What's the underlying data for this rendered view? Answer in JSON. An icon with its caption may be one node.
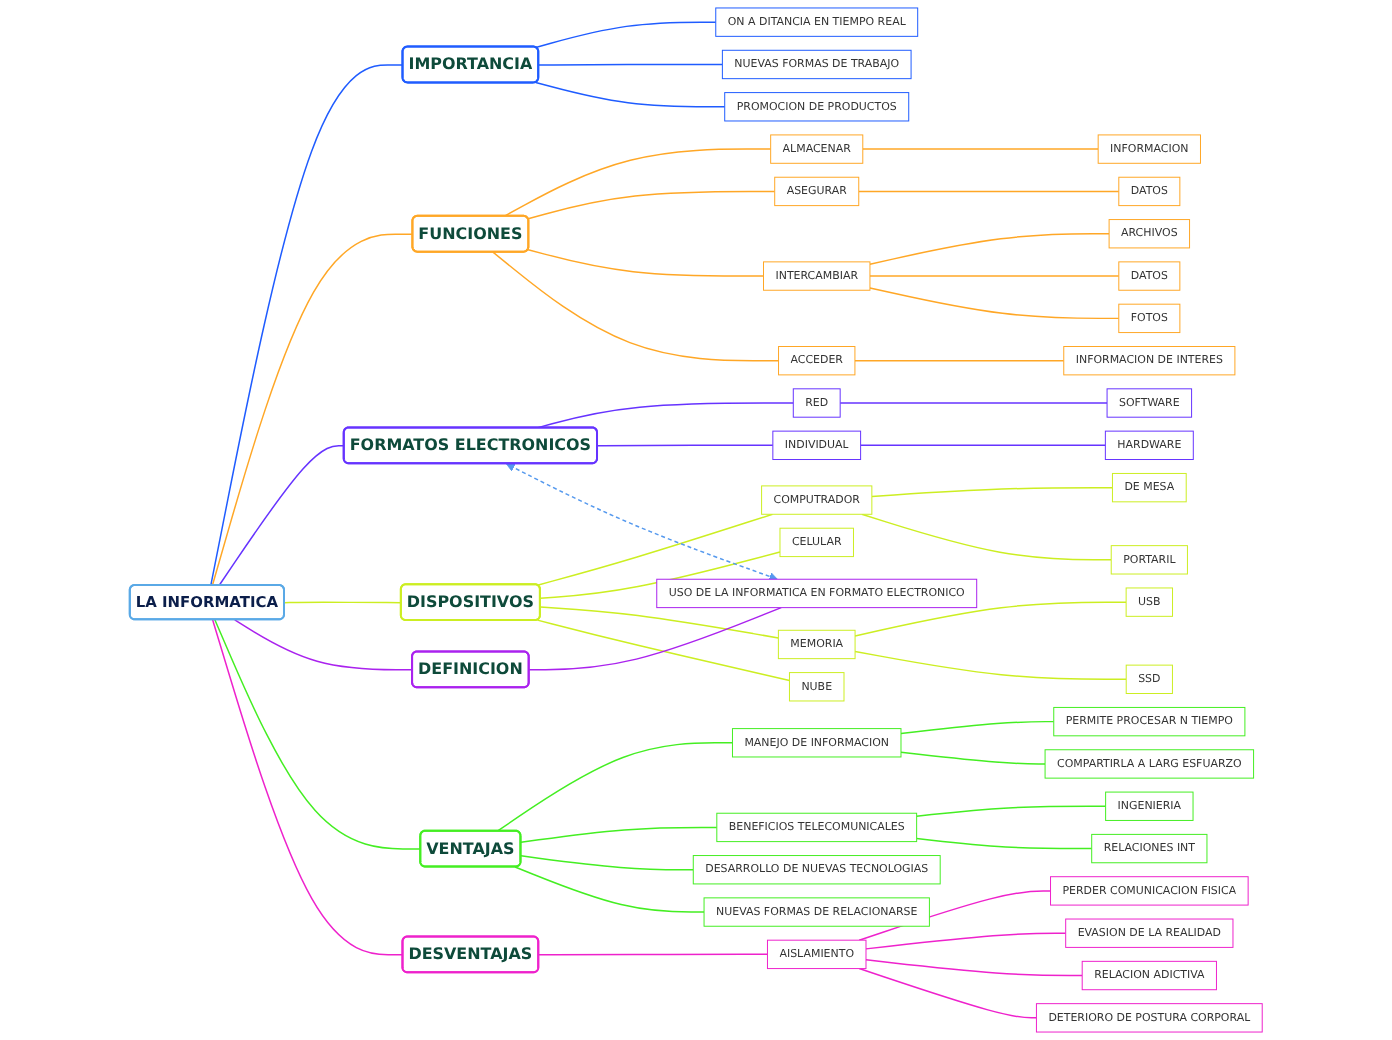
{
  "diagram": {
    "nodes": [
      {
        "text": [
          "LA INFORMATICA"
        ]
      },
      {
        "text": [
          "IMPORTANCIA"
        ]
      },
      {
        "text": [
          "ON A DITANCIA EN TIEMPO REAL"
        ]
      },
      {
        "text": [
          "NUEVAS FORMAS DE TRABAJO"
        ]
      },
      {
        "text": [
          "PROMOCION DE PRODUCTOS"
        ]
      },
      {
        "text": [
          "FUNCIONES"
        ]
      },
      {
        "text": [
          "ALMACENAR"
        ]
      },
      {
        "text": [
          "INFORMACION"
        ]
      },
      {
        "text": [
          "ASEGURAR"
        ]
      },
      {
        "text": [
          "DATOS"
        ]
      },
      {
        "text": [
          "INTERCAMBIAR"
        ]
      },
      {
        "text": [
          "ARCHIVOS"
        ]
      },
      {
        "text": [
          "DATOS"
        ]
      },
      {
        "text": [
          "FOTOS"
        ]
      },
      {
        "text": [
          "ACCEDER"
        ]
      },
      {
        "text": [
          "INFORMACION DE INTERES"
        ]
      },
      {
        "text": [
          "FORMATOS ELECTRONICOS"
        ]
      },
      {
        "text": [
          "RED"
        ]
      },
      {
        "text": [
          "SOFTWARE"
        ]
      },
      {
        "text": [
          "INDIVIDUAL"
        ]
      },
      {
        "text": [
          "HARDWARE"
        ]
      },
      {
        "text": [
          "DISPOSITIVOS"
        ]
      },
      {
        "text": [
          "COMPUTRADOR"
        ]
      },
      {
        "text": [
          "DE MESA"
        ]
      },
      {
        "text": [
          "PORTARIL"
        ]
      },
      {
        "text": [
          "CELULAR"
        ]
      },
      {
        "text": [
          "MEMORIA"
        ]
      },
      {
        "text": [
          "USB"
        ]
      },
      {
        "text": [
          "SSD"
        ]
      },
      {
        "text": [
          "NUBE"
        ]
      },
      {
        "text": [
          "DEFINICION"
        ]
      },
      {
        "text": [
          "USO DE LA INFORMATICA EN FORMATO ELECTRONICO"
        ]
      },
      {
        "text": [
          "VENTAJAS"
        ]
      },
      {
        "text": [
          "MANEJO DE INFORMACION"
        ]
      },
      {
        "text": [
          "PERMITE PROCESAR N TIEMPO"
        ]
      },
      {
        "text": [
          "COMPARTIRLA A LARG ESFUARZO"
        ]
      },
      {
        "text": [
          "BENEFICIOS TELECOMUNICALES"
        ]
      },
      {
        "text": [
          "INGENIERIA"
        ]
      },
      {
        "text": [
          "RELACIONES INT"
        ]
      },
      {
        "text": [
          "DESARROLLO DE NUEVAS TECNOLOGIAS"
        ]
      },
      {
        "text": [
          "NUEVAS FORMAS DE RELACIONARSE"
        ]
      },
      {
        "text": [
          "DESVENTAJAS"
        ]
      },
      {
        "text": [
          "AISLAMIENTO"
        ]
      },
      {
        "text": [
          "PERDER COMUNICACION FISICA"
        ]
      },
      {
        "text": [
          "EVASION DE LA REALIDAD"
        ]
      },
      {
        "text": [
          "RELACION ADICTIVA"
        ]
      },
      {
        "text": [
          "DETERIORO DE POSTURA CORPORAL"
        ]
      }
    ],
    "edges": [
      {
        "from": 0,
        "to": 1,
        "arrow": "none",
        "color": "#1f5cff"
      },
      {
        "from": 1,
        "to": 2,
        "arrow": "none",
        "color": "#1f5cff"
      },
      {
        "from": 1,
        "to": 3,
        "arrow": "none",
        "color": "#1f5cff"
      },
      {
        "from": 1,
        "to": 4,
        "arrow": "none",
        "color": "#1f5cff"
      },
      {
        "from": 0,
        "to": 5,
        "arrow": "none",
        "color": "#ffa726"
      },
      {
        "from": 5,
        "to": 6,
        "arrow": "none",
        "color": "#ffa726"
      },
      {
        "from": 6,
        "to": 7,
        "arrow": "none",
        "color": "#ffa726"
      },
      {
        "from": 5,
        "to": 8,
        "arrow": "none",
        "color": "#ffa726"
      },
      {
        "from": 8,
        "to": 9,
        "arrow": "none",
        "color": "#ffa726"
      },
      {
        "from": 5,
        "to": 10,
        "arrow": "none",
        "color": "#ffa726"
      },
      {
        "from": 10,
        "to": 11,
        "arrow": "none",
        "color": "#ffa726"
      },
      {
        "from": 10,
        "to": 12,
        "arrow": "none",
        "color": "#ffa726"
      },
      {
        "from": 10,
        "to": 13,
        "arrow": "none",
        "color": "#ffa726"
      },
      {
        "from": 5,
        "to": 14,
        "arrow": "none",
        "color": "#ffa726"
      },
      {
        "from": 14,
        "to": 15,
        "arrow": "none",
        "color": "#ffa726"
      },
      {
        "from": 0,
        "to": 16,
        "arrow": "none",
        "color": "#6633ff"
      },
      {
        "from": 16,
        "to": 17,
        "arrow": "none",
        "color": "#6633ff"
      },
      {
        "from": 17,
        "to": 18,
        "arrow": "none",
        "color": "#6633ff"
      },
      {
        "from": 16,
        "to": 19,
        "arrow": "none",
        "color": "#6633ff"
      },
      {
        "from": 19,
        "to": 20,
        "arrow": "none",
        "color": "#6633ff"
      },
      {
        "from": 0,
        "to": 21,
        "arrow": "none",
        "color": "#ccee22"
      },
      {
        "from": 21,
        "to": 22,
        "arrow": "none",
        "color": "#ccee22"
      },
      {
        "from": 22,
        "to": 23,
        "arrow": "none",
        "color": "#ccee22"
      },
      {
        "from": 22,
        "to": 24,
        "arrow": "none",
        "color": "#ccee22"
      },
      {
        "from": 21,
        "to": 25,
        "arrow": "none",
        "color": "#ccee22"
      },
      {
        "from": 21,
        "to": 26,
        "arrow": "none",
        "color": "#ccee22"
      },
      {
        "from": 26,
        "to": 27,
        "arrow": "none",
        "color": "#ccee22"
      },
      {
        "from": 26,
        "to": 28,
        "arrow": "none",
        "color": "#ccee22"
      },
      {
        "from": 21,
        "to": 29,
        "arrow": "none",
        "color": "#ccee22"
      },
      {
        "from": 0,
        "to": 30,
        "arrow": "none",
        "color": "#aa22ee"
      },
      {
        "from": 30,
        "to": 31,
        "arrow": "none",
        "color": "#aa22ee"
      },
      {
        "from": 16,
        "to": 31,
        "arrow": "both",
        "style": "dashed",
        "color": "#5599ee"
      },
      {
        "from": 0,
        "to": 32,
        "arrow": "none",
        "color": "#44ee22"
      },
      {
        "from": 32,
        "to": 33,
        "arrow": "none",
        "color": "#44ee22"
      },
      {
        "from": 33,
        "to": 34,
        "arrow": "none",
        "color": "#44ee22"
      },
      {
        "from": 33,
        "to": 35,
        "arrow": "none",
        "color": "#44ee22"
      },
      {
        "from": 32,
        "to": 36,
        "arrow": "none",
        "color": "#44ee22"
      },
      {
        "from": 36,
        "to": 37,
        "arrow": "none",
        "color": "#44ee22"
      },
      {
        "from": 36,
        "to": 38,
        "arrow": "none",
        "color": "#44ee22"
      },
      {
        "from": 32,
        "to": 39,
        "arrow": "none",
        "color": "#44ee22"
      },
      {
        "from": 32,
        "to": 40,
        "arrow": "none",
        "color": "#44ee22"
      },
      {
        "from": 0,
        "to": 41,
        "arrow": "none",
        "color": "#ee22cc"
      },
      {
        "from": 41,
        "to": 42,
        "arrow": "none",
        "color": "#ee22cc"
      },
      {
        "from": 42,
        "to": 43,
        "arrow": "none",
        "color": "#ee22cc"
      },
      {
        "from": 42,
        "to": 44,
        "arrow": "none",
        "color": "#ee22cc"
      },
      {
        "from": 42,
        "to": 45,
        "arrow": "none",
        "color": "#ee22cc"
      },
      {
        "from": 42,
        "to": 46,
        "arrow": "none",
        "color": "#ee22cc"
      }
    ]
  }
}
